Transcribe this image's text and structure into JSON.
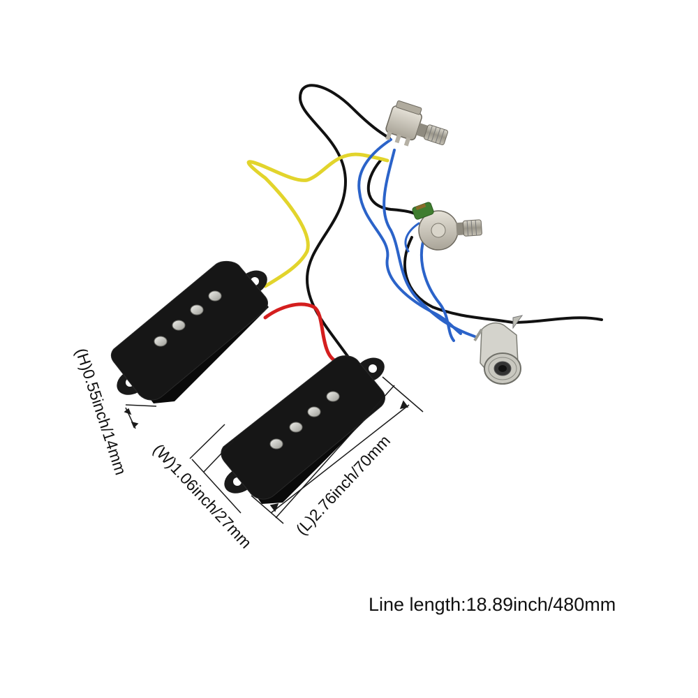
{
  "product": {
    "description_label": "Line length:18.89inch/480mm",
    "dimensions": {
      "height": "(H)0.55inch/14mm",
      "width": "(W)1.06inch/27mm",
      "length": "(L)2.76inch/70mm"
    },
    "colors": {
      "pickup_body": "#141414",
      "pole_piece": "#c9c9c4",
      "wire_black": "#111111",
      "wire_yellow": "#e2d42c",
      "wire_red": "#d41e1e",
      "wire_blue": "#2b63c9",
      "pot_body": "#c7c2b6",
      "jack_metal": "#bdbdb5"
    },
    "components": [
      "pickup-left",
      "pickup-right",
      "volume-pot",
      "tone-pot",
      "tone-capacitor",
      "output-jack"
    ]
  }
}
